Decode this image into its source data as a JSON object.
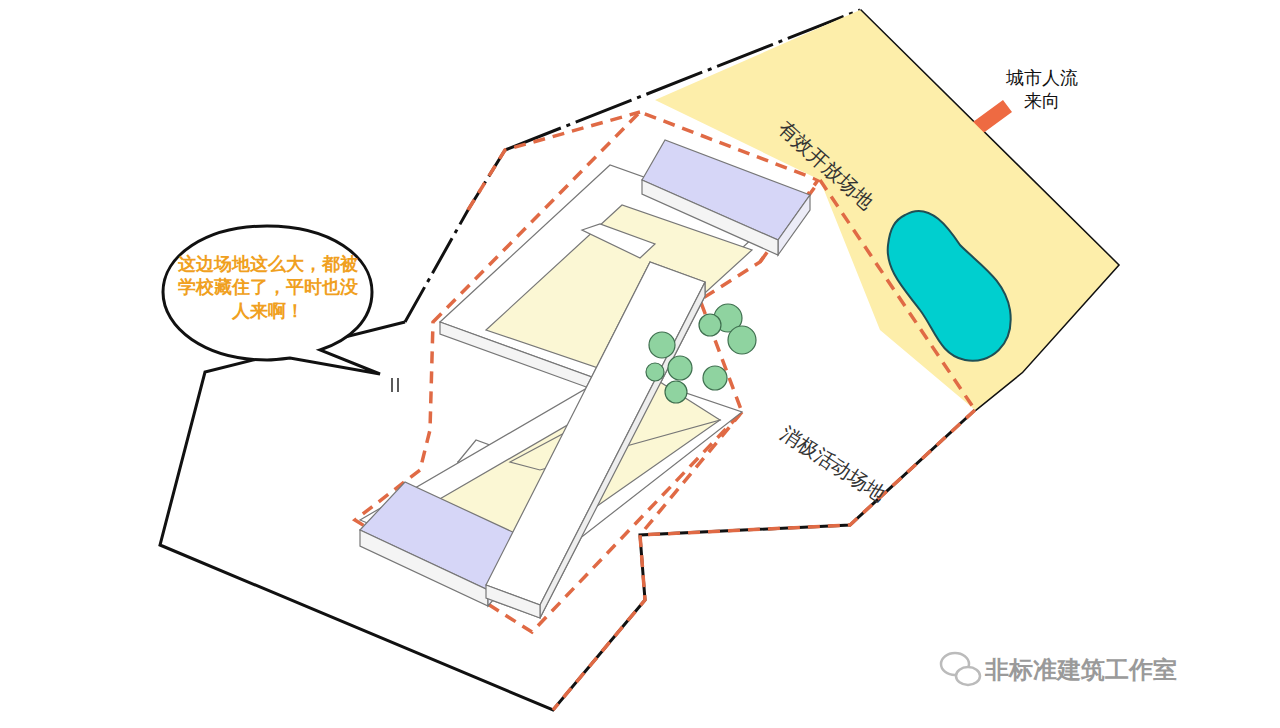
{
  "diagram": {
    "nodes": [
      {
        "text": [
          "有效开放场地"
        ]
      },
      {
        "text": [
          "这边场地这么大，都被学校藏住了，平时也没人来啊！"
        ]
      }
    ],
    "labels": [
      "城市人流 来向",
      "消极活动场地",
      "非标准建筑工作室"
    ]
  }
}
